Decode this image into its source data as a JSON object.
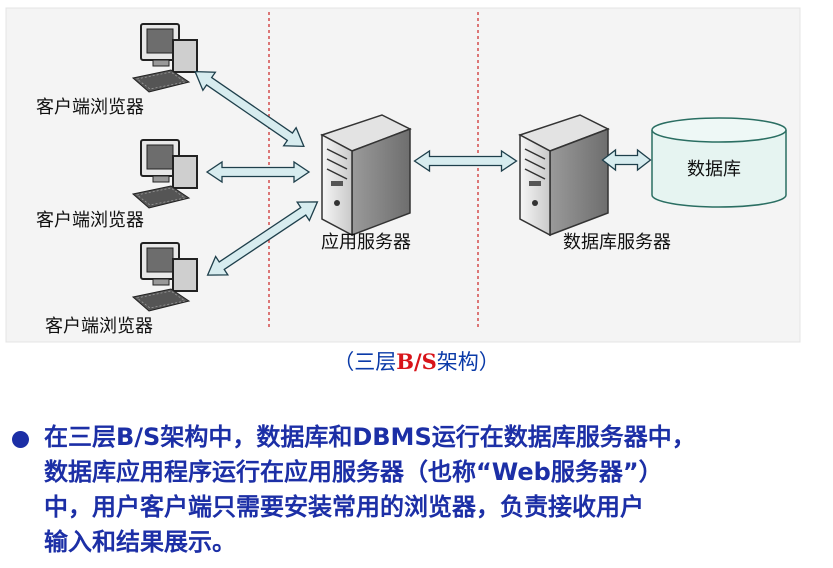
{
  "diagram": {
    "client_label": "客户端浏览器",
    "app_server_label": "应用服务器",
    "db_server_label": "数据库服务器",
    "database_label": "数据库"
  },
  "caption": {
    "open": "（三层",
    "emph": "B/S",
    "close": "架构）"
  },
  "bullet": {
    "lines": [
      "在三层B/S架构中，数据库和DBMS运行在数据库服务器中，",
      "数据库应用程序运行在应用服务器（也称“Web服务器”）",
      "中，用户客户端只需要安装常用的浏览器，负责接收用户",
      "输入和结果展示。"
    ]
  },
  "colors": {
    "text_blue": "#1c2fa6",
    "accent_red": "#d8141a",
    "arrow_fill": "#d7ecef",
    "database_fill": "#e6f4f1"
  }
}
